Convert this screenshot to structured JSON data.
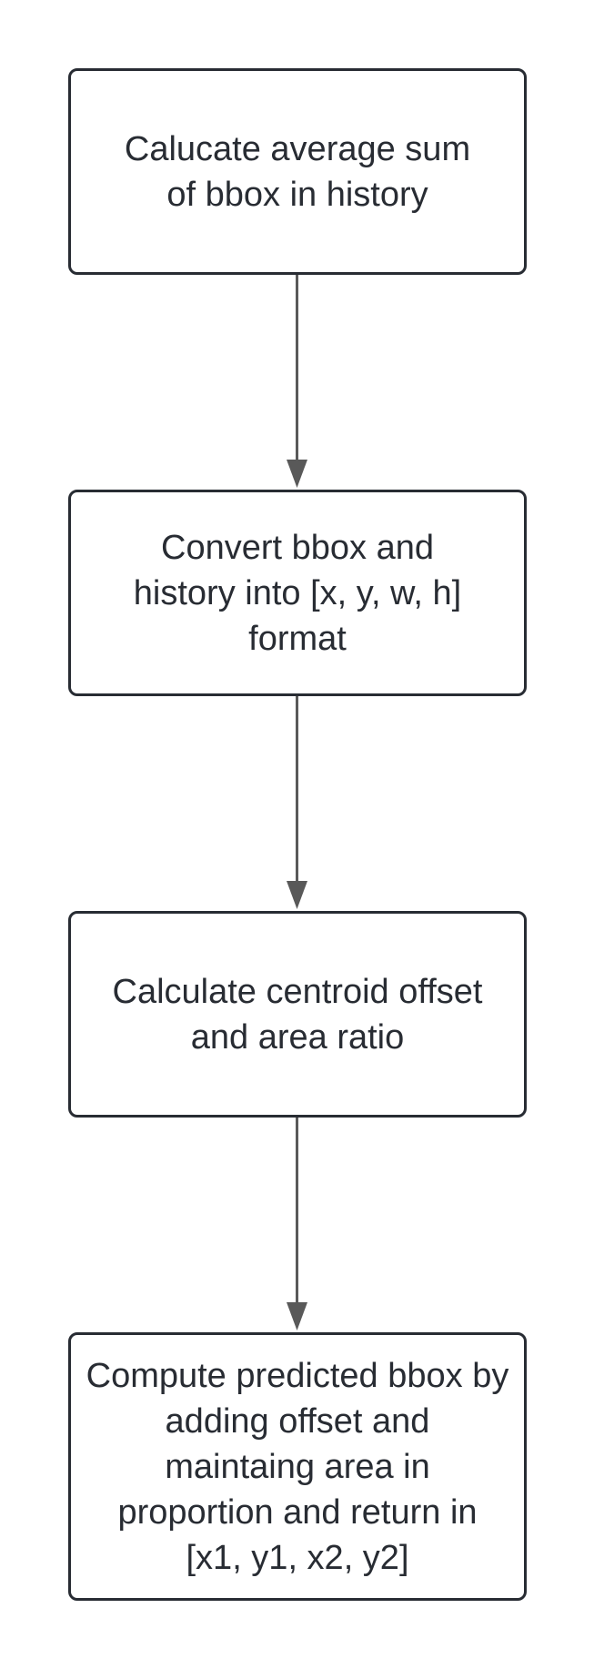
{
  "diagram": {
    "type": "flowchart",
    "direction": "top-to-bottom",
    "colors": {
      "stroke": "#282c33",
      "connector": "#595959",
      "text": "#282c33",
      "background": "#ffffff"
    },
    "nodes": [
      {
        "id": "n1",
        "label": "Calucate average sum of bbox in history"
      },
      {
        "id": "n2",
        "label": "Convert bbox and history into [x, y, w, h] format"
      },
      {
        "id": "n3",
        "label": "Calculate centroid offset and area ratio"
      },
      {
        "id": "n4",
        "label": "Compute predicted bbox by adding offset and maintaing area in proportion and return in [x1, y1, x2, y2]"
      }
    ],
    "edges": [
      {
        "from": "n1",
        "to": "n2"
      },
      {
        "from": "n2",
        "to": "n3"
      },
      {
        "from": "n3",
        "to": "n4"
      }
    ]
  }
}
